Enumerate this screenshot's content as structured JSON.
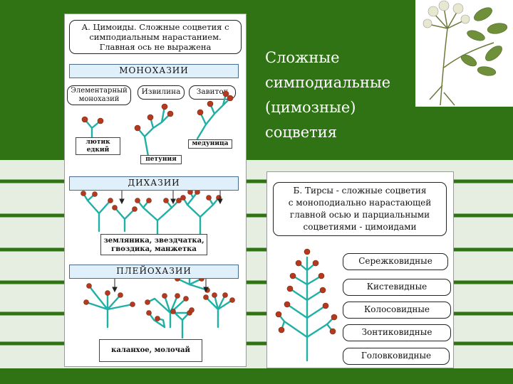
{
  "slide": {
    "heading_lines": [
      "Сложные",
      "симподиальные",
      "(цимозные)",
      "соцветия"
    ],
    "colors": {
      "background_band": "#2f7314",
      "stem": "#1fb0a6",
      "flower": "#b33a1e",
      "bar_fill": "#dff0fb"
    }
  },
  "panel_a": {
    "title_lines": [
      "А. Цимоиды. Сложные соцветия с",
      "симподиальным нарастанием.",
      "Главная ось не выражена"
    ],
    "monochasia": {
      "label": "МОНОХАЗИИ",
      "types": [
        {
          "label_lines": [
            "Элементарный",
            "монохазий"
          ]
        },
        {
          "label_lines": [
            "Извилина"
          ]
        },
        {
          "label_lines": [
            "Завиток"
          ]
        }
      ],
      "examples": {
        "buttercup": "лютик едкий",
        "petunia": "петуния",
        "lungwort": "медуница"
      }
    },
    "dichasia": {
      "label": "ДИХАЗИИ",
      "examples_lines": [
        "земляника, звездчатка,",
        "гвоздика, манжетка"
      ]
    },
    "pleiochasia": {
      "label": "ПЛЕЙОХАЗИИ",
      "examples": "каланхое, молочай"
    }
  },
  "panel_b": {
    "title_lines": [
      "Б. Тирсы - сложные соцветия",
      "с моноподиально нарастающей",
      "главной осью и парциальными",
      "соцветиями - цимоидами"
    ],
    "types": [
      "Сережковидные",
      "Кистевидные",
      "Колосовидные",
      "Зонтиковидные",
      "Головковидные"
    ]
  }
}
